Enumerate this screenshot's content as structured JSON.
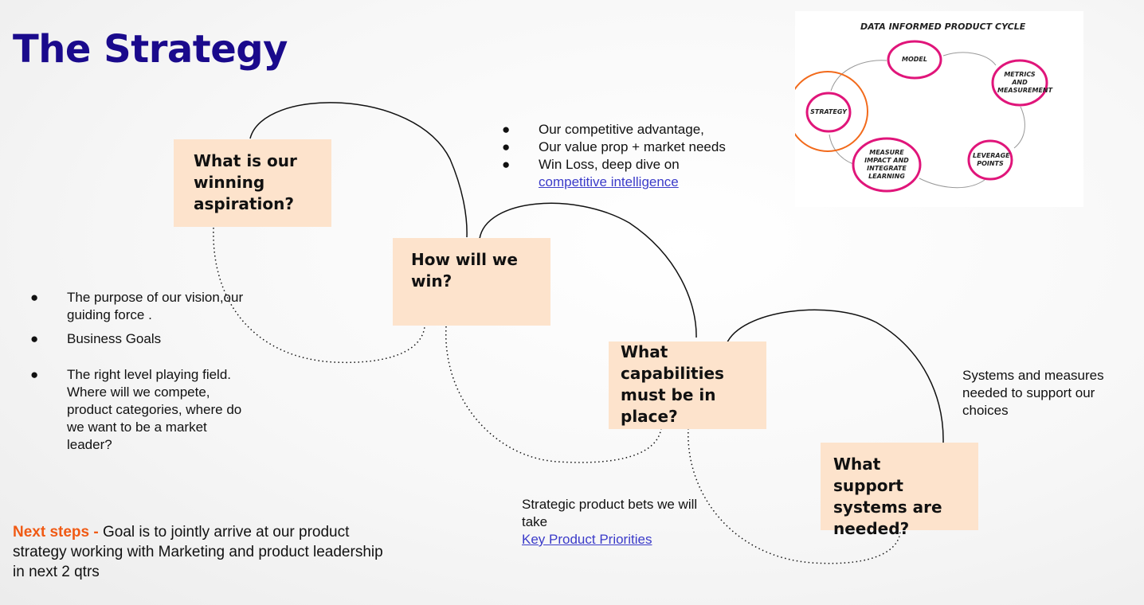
{
  "slide": {
    "title": "The Strategy"
  },
  "questions": {
    "aspiration": "What is our winning aspiration?",
    "win": "How will we win?",
    "capabilities": "What capabilities must be in place?",
    "support": "What support systems are needed?"
  },
  "aspiration_notes": {
    "items": [
      "The purpose of our vision,our guiding force .",
      "Business Goals",
      "The right level playing field. Where will we compete, product categories, where do we want to be a market leader?"
    ]
  },
  "win_notes": {
    "items": [
      "Our competitive advantage,",
      "Our value prop + market needs",
      "Win Loss, deep dive on"
    ],
    "link": "competitive intelligence"
  },
  "capabilities_notes": {
    "text": "Strategic product bets we will take",
    "link": "Key Product Priorities"
  },
  "support_notes": {
    "text": "Systems and measures needed to support our choices"
  },
  "next_steps": {
    "label": "Next steps -",
    "text": " Goal is to jointly arrive at our product strategy working with Marketing and product leadership in next 2 qtrs"
  },
  "cycle_diagram": {
    "title": "DATA INFORMED PRODUCT CYCLE",
    "nodes": [
      "MODEL",
      "METRICS AND MEASUREMENT",
      "LEVERAGE POINTS",
      "MEASURE IMPACT AND INTEGRATE LEARNING",
      "STRATEGY"
    ],
    "colors": {
      "node": "#e0157a",
      "highlight": "#f26a1b"
    }
  },
  "colors": {
    "title": "#1a0a8c",
    "box_fill": "#fde3cc",
    "accent": "#f05a14",
    "link": "#3b3bc9"
  }
}
